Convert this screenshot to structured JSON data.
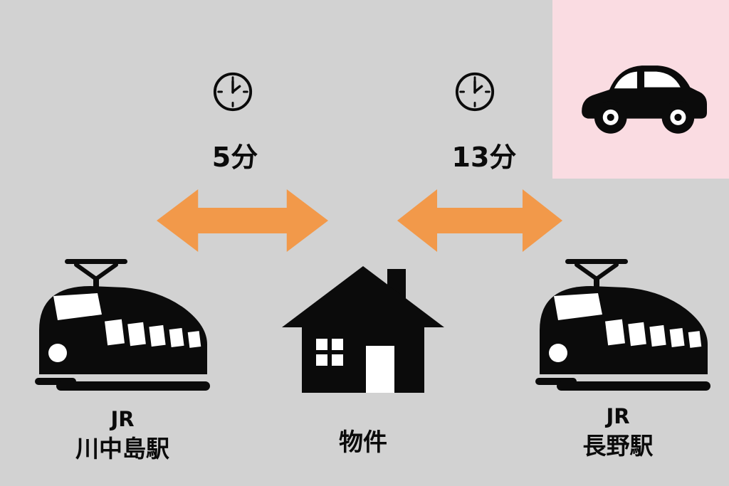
{
  "colors": {
    "background": "#D2D2D2",
    "panel_pink": "#FADCE2",
    "arrow_orange": "#F2994A",
    "ink": "#0B0B0B",
    "icon_cutout": "#FFFFFF"
  },
  "legs": {
    "left": {
      "duration": "5分"
    },
    "right": {
      "duration": "13分"
    }
  },
  "nodes": {
    "left_station": {
      "line": "JR",
      "name": "川中島駅"
    },
    "property": {
      "label": "物件"
    },
    "right_station": {
      "line": "JR",
      "name": "長野駅"
    }
  },
  "icons": {
    "clock": "clock-icon",
    "double_arrow": "double-arrow-icon",
    "train": "train-icon",
    "house": "house-icon",
    "car": "car-icon"
  }
}
